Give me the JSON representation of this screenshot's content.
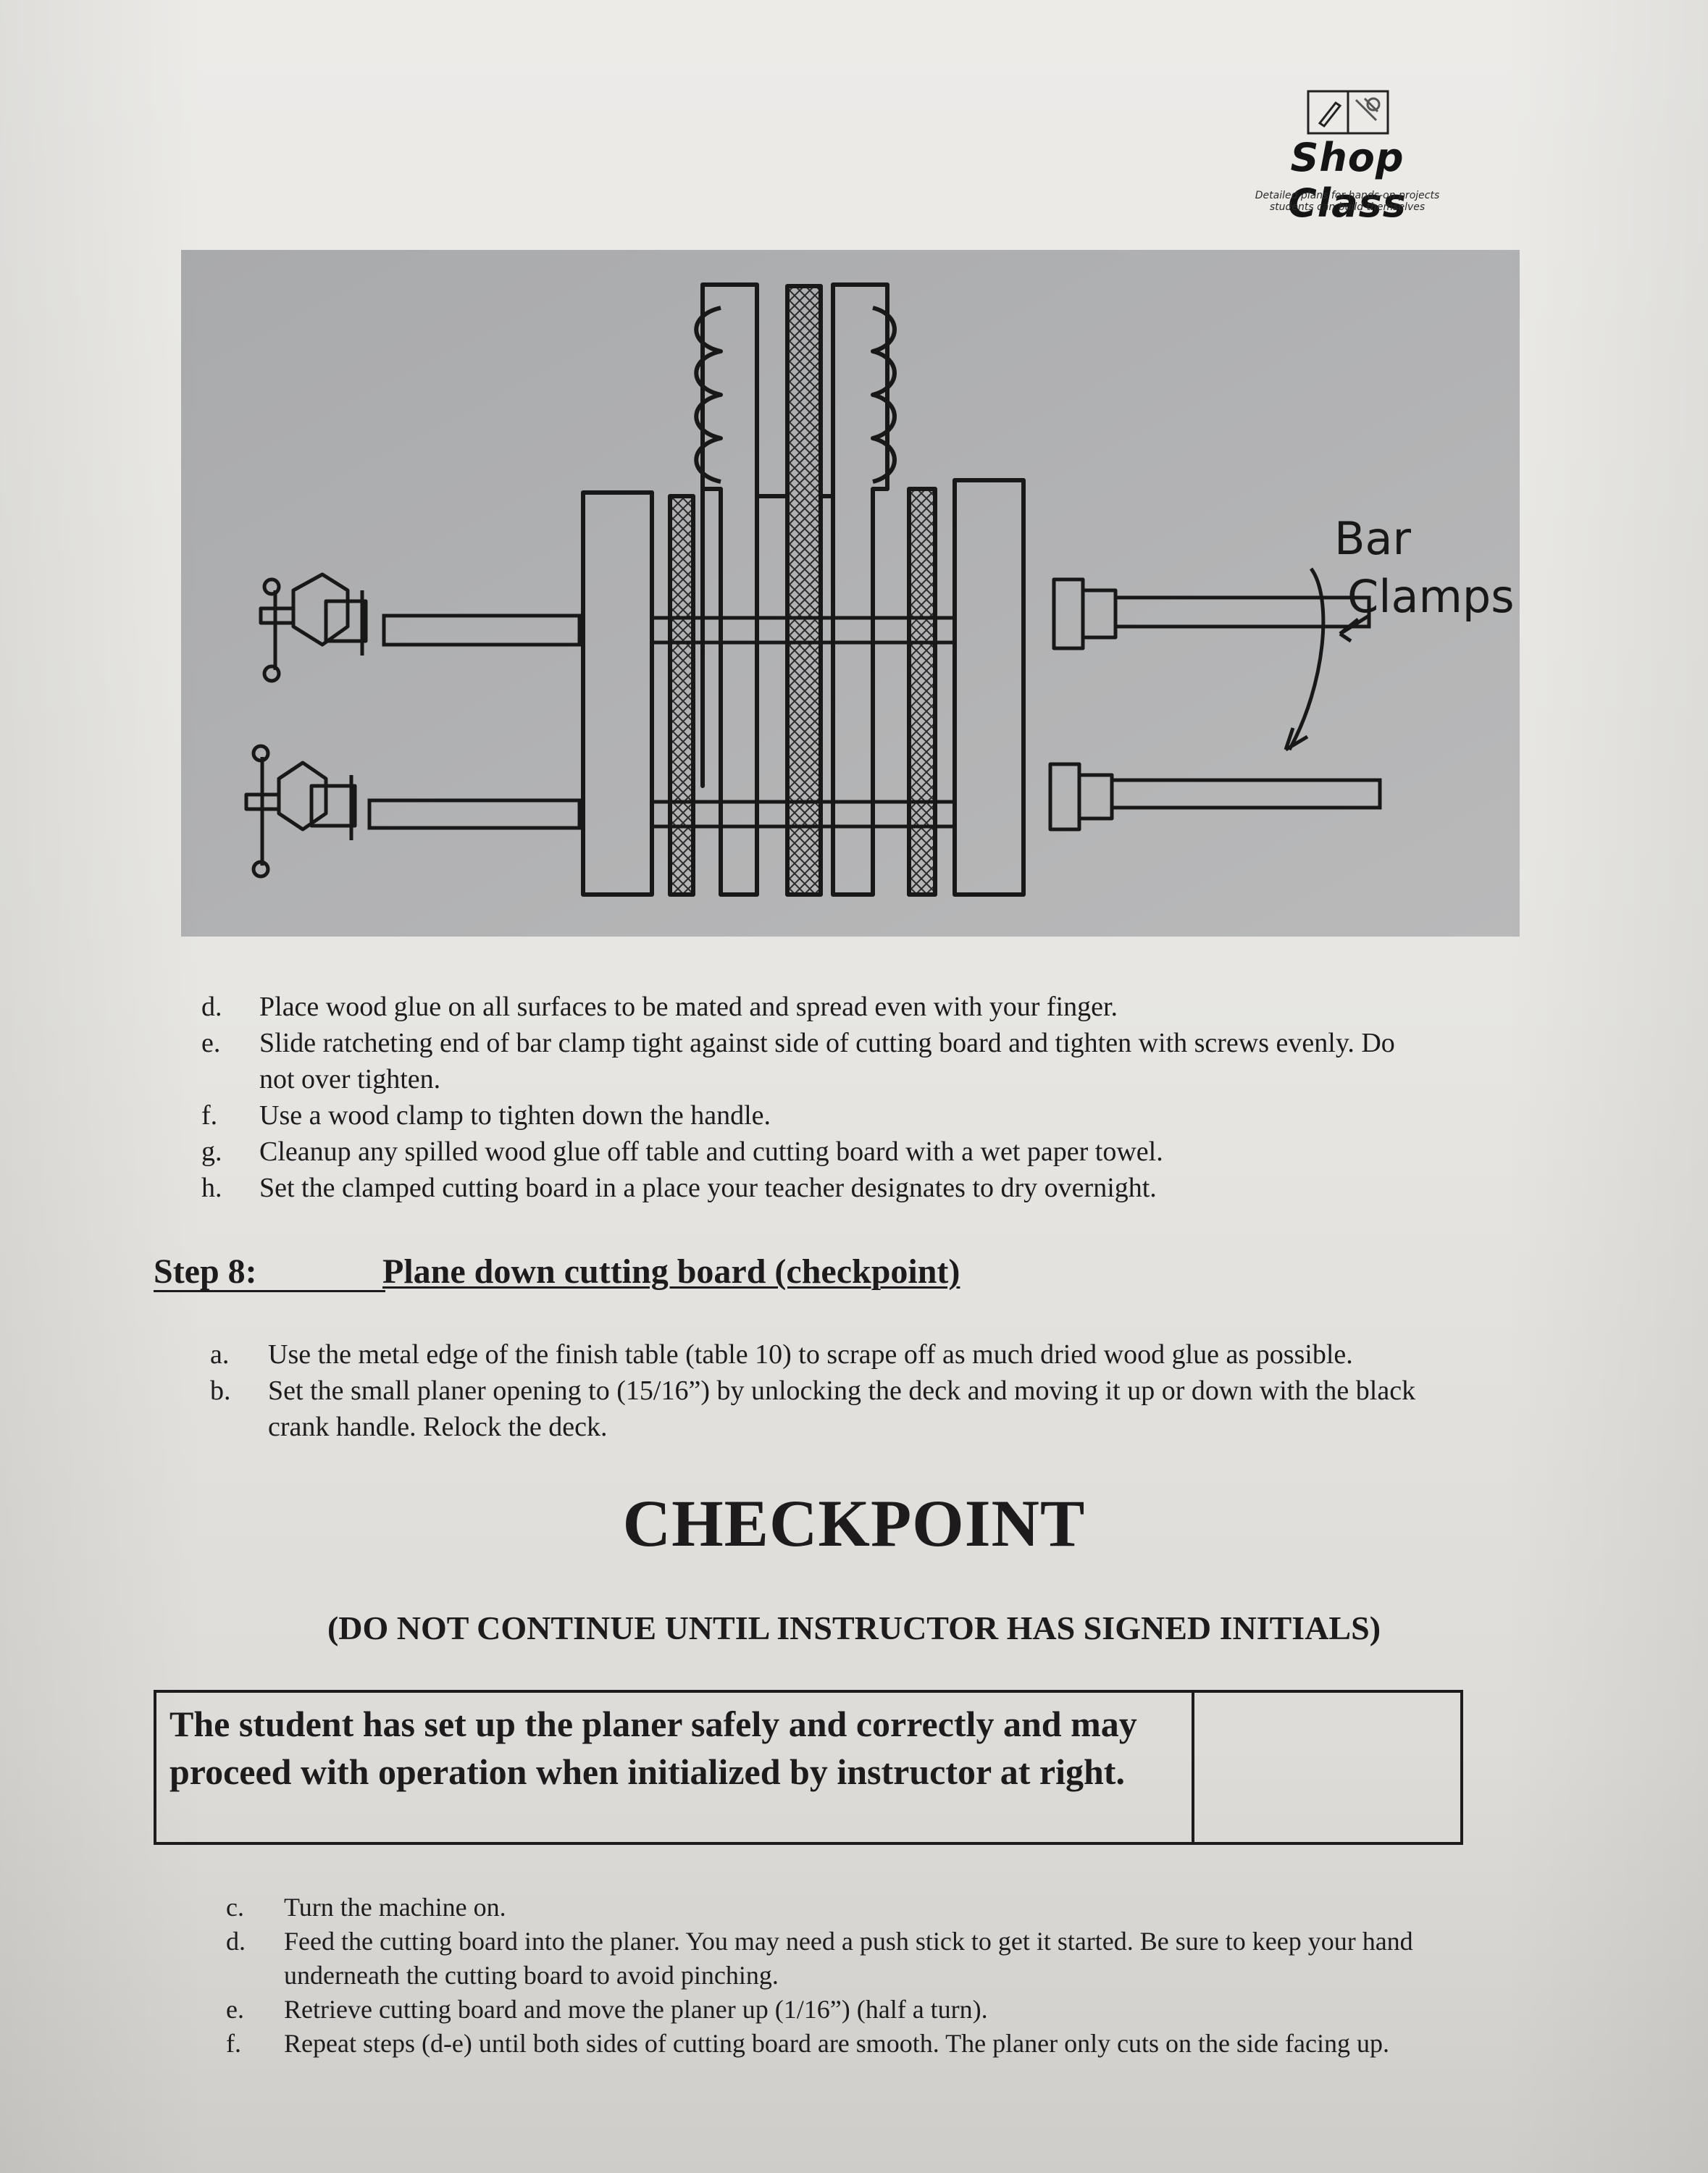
{
  "logo": {
    "title": "Shop Class",
    "tagline_line1": "Detailed plans for hands-on projects",
    "tagline_line2": "students can build themselves"
  },
  "diagram": {
    "label_line1": "Bar",
    "label_line2": "Clamps"
  },
  "glue_steps": [
    {
      "marker": "d.",
      "text": "Place wood glue on all surfaces to be mated and spread even with your finger."
    },
    {
      "marker": "e.",
      "text": "Slide ratcheting end of bar clamp tight against side of cutting board and tighten with screws evenly.  Do not over tighten."
    },
    {
      "marker": "f.",
      "text": "Use a wood clamp to tighten down the handle."
    },
    {
      "marker": "g.",
      "text": "Cleanup any spilled wood glue off table and cutting board with a wet paper towel."
    },
    {
      "marker": "h.",
      "text": "Set the clamped cutting board in a place your teacher designates to dry overnight."
    }
  ],
  "step8": {
    "label": "Step 8:",
    "title": "Plane down cutting board (checkpoint)"
  },
  "plane_steps": [
    {
      "marker": "a.",
      "text": "Use the metal edge of the finish table (table 10) to scrape off as much dried wood glue as possible."
    },
    {
      "marker": "b.",
      "text": "Set the small planer opening to (15/16”) by unlocking the deck and moving it up or down with the black crank handle.  Relock the deck."
    }
  ],
  "checkpoint": {
    "title": "CHECKPOINT",
    "note": "(DO NOT CONTINUE UNTIL INSTRUCTOR HAS SIGNED INITIALS)",
    "statement": "The student has set up the planer safely and correctly and may proceed with operation when initialized by instructor at right.",
    "initials": ""
  },
  "operate_steps": [
    {
      "marker": "c.",
      "text": "Turn the machine on."
    },
    {
      "marker": "d.",
      "text": "Feed the cutting board into the planer.  You may need a push stick to get it started.  Be sure to keep your hand underneath the cutting board to avoid pinching."
    },
    {
      "marker": "e.",
      "text": "Retrieve cutting board and move the planer up (1/16”) (half a turn)."
    },
    {
      "marker": "f.",
      "text": "Repeat steps (d-e) until both sides of cutting board are smooth.  The planer only cuts on the side facing up."
    }
  ]
}
